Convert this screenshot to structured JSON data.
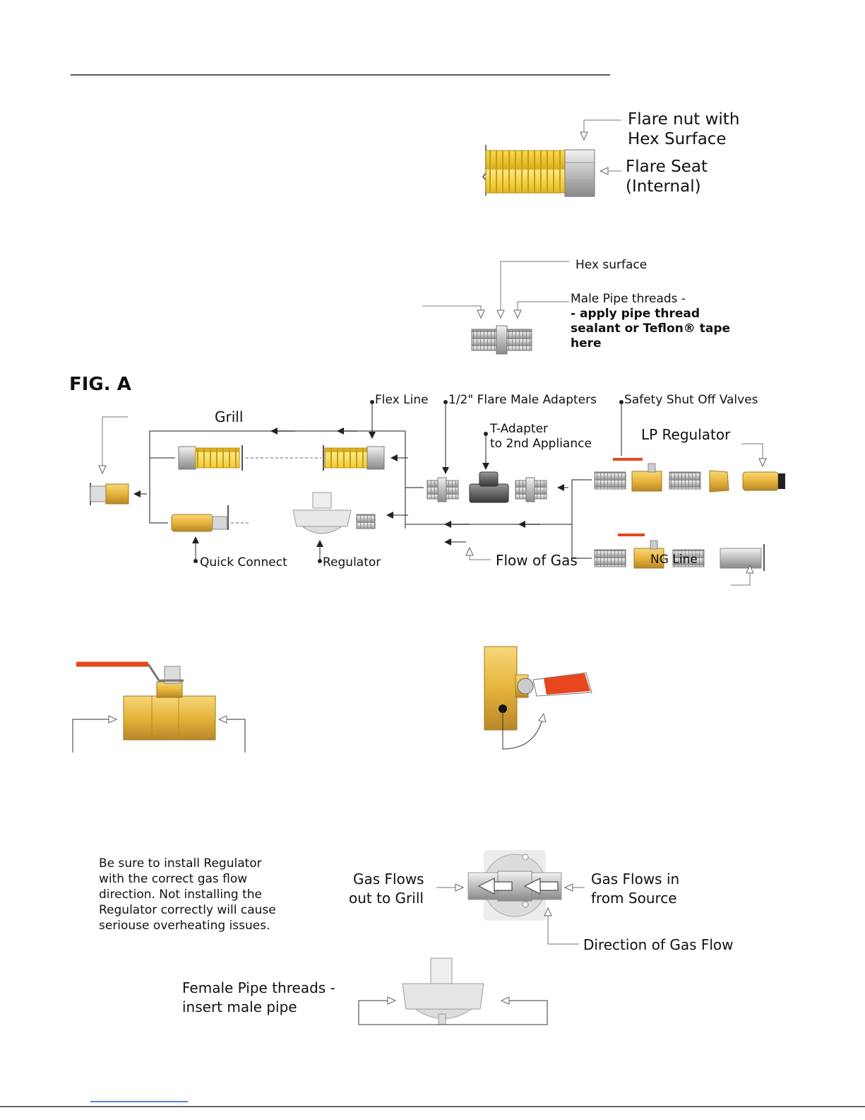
{
  "labels": {
    "flare_nut": "Flare nut with",
    "flare_nut_2": "Hex Surface",
    "flare_seat": "Flare Seat",
    "flare_seat_2": "(Internal)",
    "hex_surface": "Hex surface",
    "male_threads": "Male Pipe threads -",
    "apply_1": "- apply pipe thread",
    "apply_2": "sealant or Teflon® tape",
    "apply_3": "here"
  },
  "fig_a": {
    "title": "FIG. A",
    "flex_line": "Flex Line",
    "flare_adapters": "1/2\" Flare Male Adapters",
    "safety_valves": "Safety Shut Off Valves",
    "grill": "Grill",
    "t_adapter_1": "T-Adapter",
    "t_adapter_2": "to 2nd Appliance",
    "lp_regulator": "LP Regulator",
    "quick_connect": "Quick Connect",
    "regulator": "Regulator",
    "flow_of_gas": "Flow of Gas",
    "ng_line": "NG Line"
  },
  "regulator_section": {
    "note_1": "Be sure to install Regulator",
    "note_2": "with the correct gas flow",
    "note_3": "direction. Not installing the",
    "note_4": "Regulator correctly will cause",
    "note_5": "seriouse overheating issues.",
    "out_1": "Gas Flows",
    "out_2": "out to Grill",
    "in_1": "Gas Flows in",
    "in_2": "from Source",
    "direction": "Direction of Gas Flow",
    "female_1": "Female Pipe threads -",
    "female_2": "insert male pipe"
  },
  "colors": {
    "brass": "#e6b43a",
    "flex_yellow": "#f4d64a",
    "handle_red": "#e8461f",
    "steel": "#c9c9c9",
    "line": "#555555"
  }
}
